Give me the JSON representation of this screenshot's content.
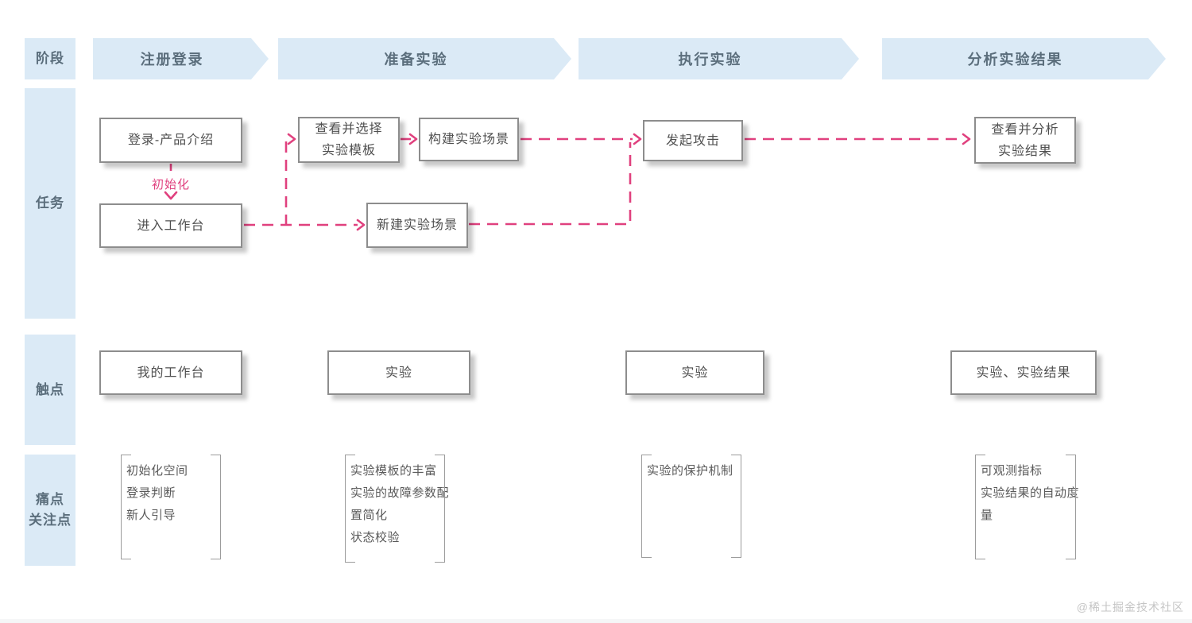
{
  "colors": {
    "accent-pink": "#e0407e",
    "stage-bg": "#dbeaf6",
    "stage-text": "#5b6e7c",
    "box-border": "#8d8d8d",
    "box-text": "#4f4f4f",
    "bracket": "#9c9c9c",
    "pain-text": "#5a5a5a",
    "watermark": "#c5c5c5"
  },
  "watermark": "@稀土掘金技术社区",
  "sidebar": {
    "rows": [
      {
        "label": "阶段"
      },
      {
        "label": "任务"
      },
      {
        "label": "触点"
      },
      {
        "label": "痛点\n关注点"
      }
    ]
  },
  "stages": [
    {
      "label": "注册登录"
    },
    {
      "label": "准备实验"
    },
    {
      "label": "执行实验"
    },
    {
      "label": "分析实验结果"
    }
  ],
  "tasks": {
    "init_label": "初始化",
    "boxes": [
      {
        "label": "登录-产品介绍"
      },
      {
        "label": "进入工作台"
      },
      {
        "label": "查看并选择\n实验模板"
      },
      {
        "label": "构建实验场景"
      },
      {
        "label": "新建实验场景"
      },
      {
        "label": "发起攻击"
      },
      {
        "label": "查看并分析\n实验结果"
      }
    ]
  },
  "touchpoints": [
    {
      "label": "我的工作台"
    },
    {
      "label": "实验"
    },
    {
      "label": "实验"
    },
    {
      "label": "实验、实验结果"
    }
  ],
  "pain_points": {
    "groups": [
      {
        "items": [
          "初始化空间",
          "登录判断",
          "新人引导"
        ]
      },
      {
        "items": [
          "实验模板的丰富",
          "实验的故障参数配置简化",
          "状态校验"
        ]
      },
      {
        "items": [
          "实验的保护机制"
        ]
      },
      {
        "items": [
          "可观测指标",
          "实验结果的自动度量"
        ]
      }
    ]
  }
}
